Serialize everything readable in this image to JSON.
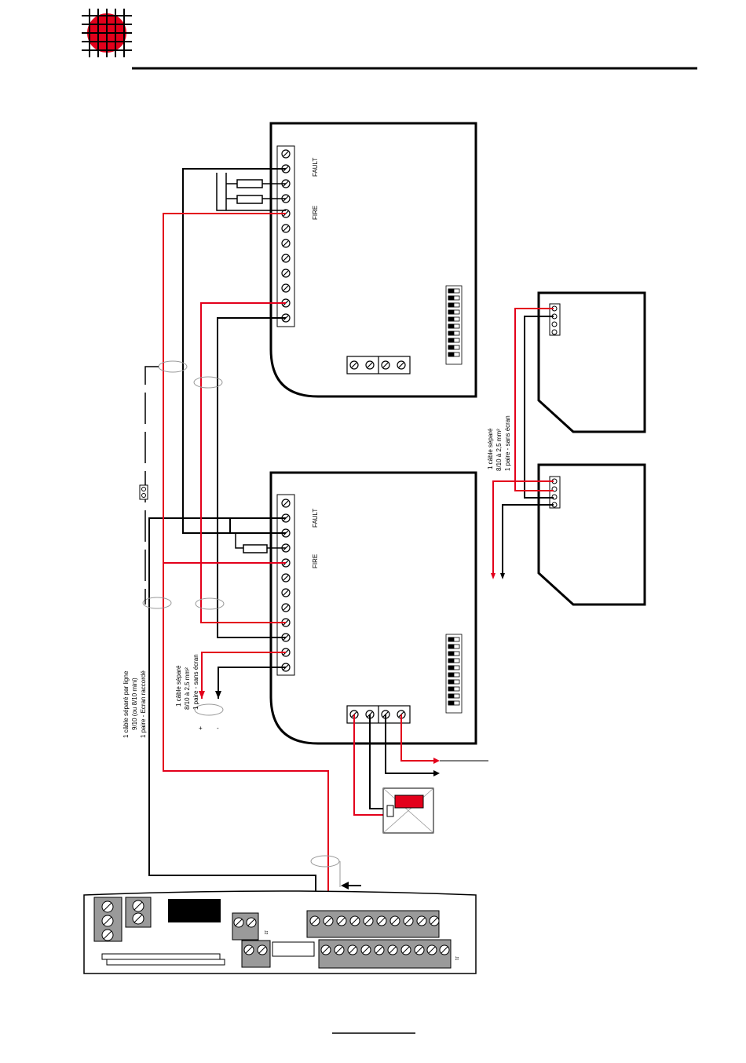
{
  "labels": {
    "fault": "FAULT",
    "fire": "FIRE"
  },
  "cable_notes": {
    "left": [
      "1 câble séparé par ligne",
      "9/10 (ou 8/10 mini)",
      "1 paire - Ecran raccordé"
    ],
    "middle": [
      "1 câble séparé",
      "8/10 à 2,5 mm²",
      "1 paire - sans écran"
    ],
    "right": [
      "1 câble séparé",
      "8/10 à 2,5 mm²",
      "1 paire - sans écran"
    ]
  },
  "polarity": {
    "plus": "+",
    "minus": "-"
  },
  "board_labels": {
    "j2": "J2",
    "j1": "J1"
  },
  "colors": {
    "red": "#e3001b",
    "black": "#000000",
    "grey": "#9a9a9a"
  }
}
